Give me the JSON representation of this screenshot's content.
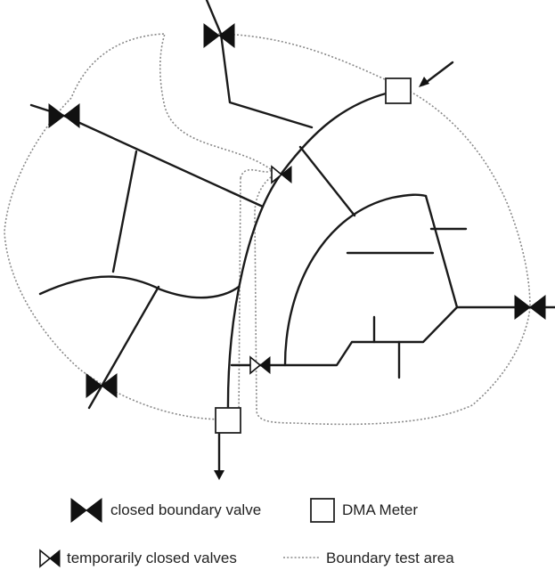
{
  "legend": {
    "closed_boundary_valve": "closed boundary valve",
    "dma_meter": "DMA Meter",
    "temporarily_closed_valves": "temporarily closed valves",
    "boundary_test_area": "Boundary test area"
  }
}
